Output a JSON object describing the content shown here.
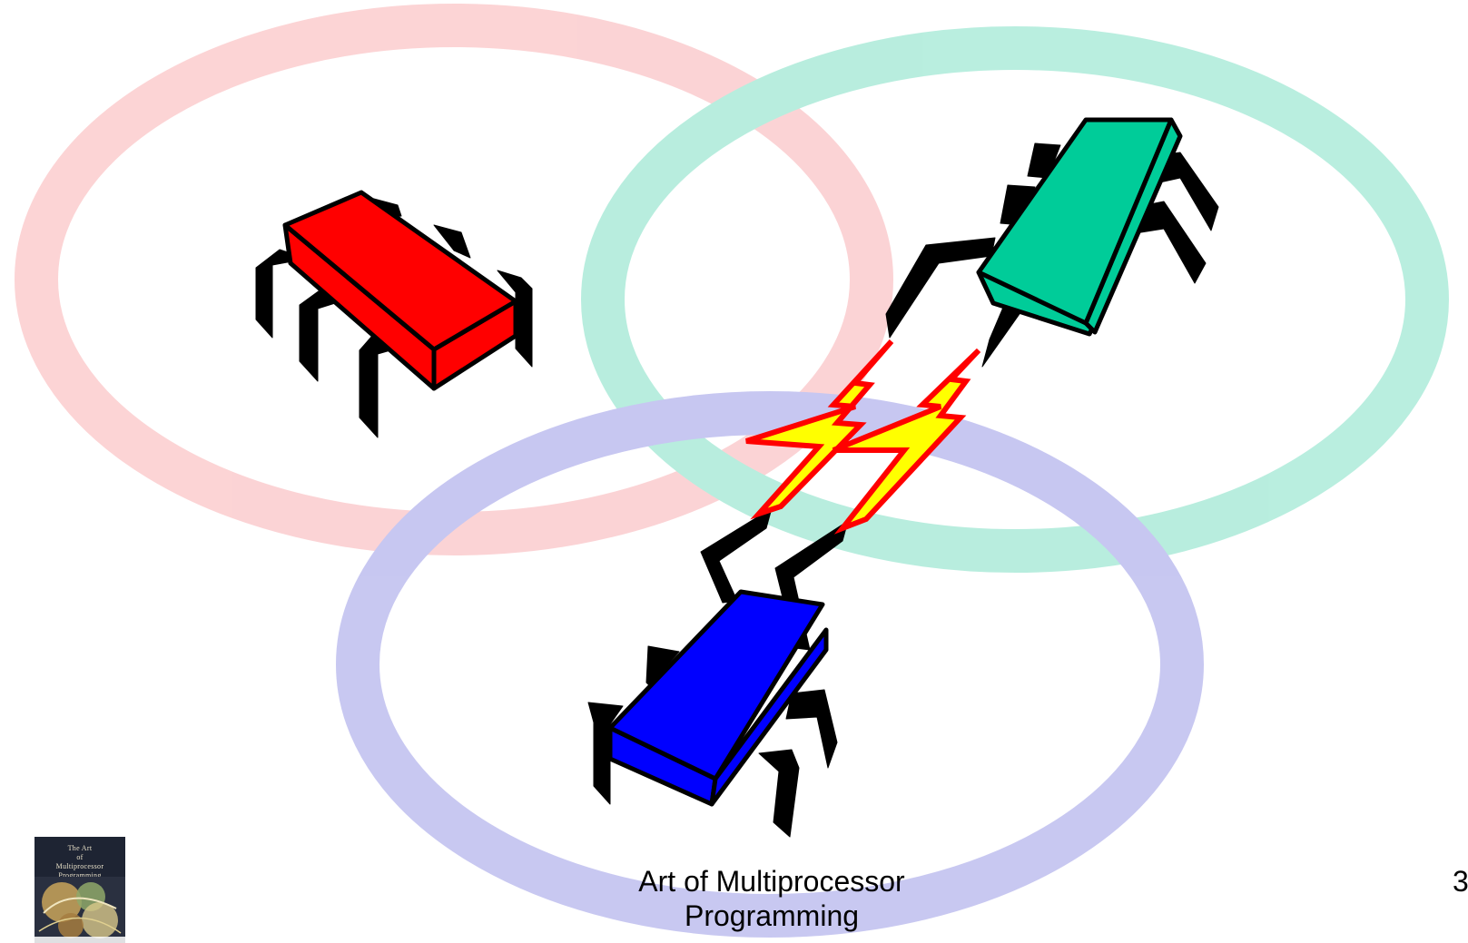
{
  "footer": {
    "title_line1": "Art of Multiprocessor",
    "title_line2": "Programming",
    "slide_number": "3"
  },
  "book_cover": {
    "line1": "The Art",
    "line2": "of",
    "line3": "Multiprocessor",
    "line4": "Programming"
  },
  "colors": {
    "ring_red": "#f9c2c4",
    "ring_green": "#8fe3cc",
    "ring_blue": "#9b9be6",
    "bug_red": "#ff0000",
    "bug_green": "#00cc99",
    "bug_blue": "#0000ff",
    "lightning_fill": "#ffff00",
    "lightning_stroke": "#ff0000"
  }
}
